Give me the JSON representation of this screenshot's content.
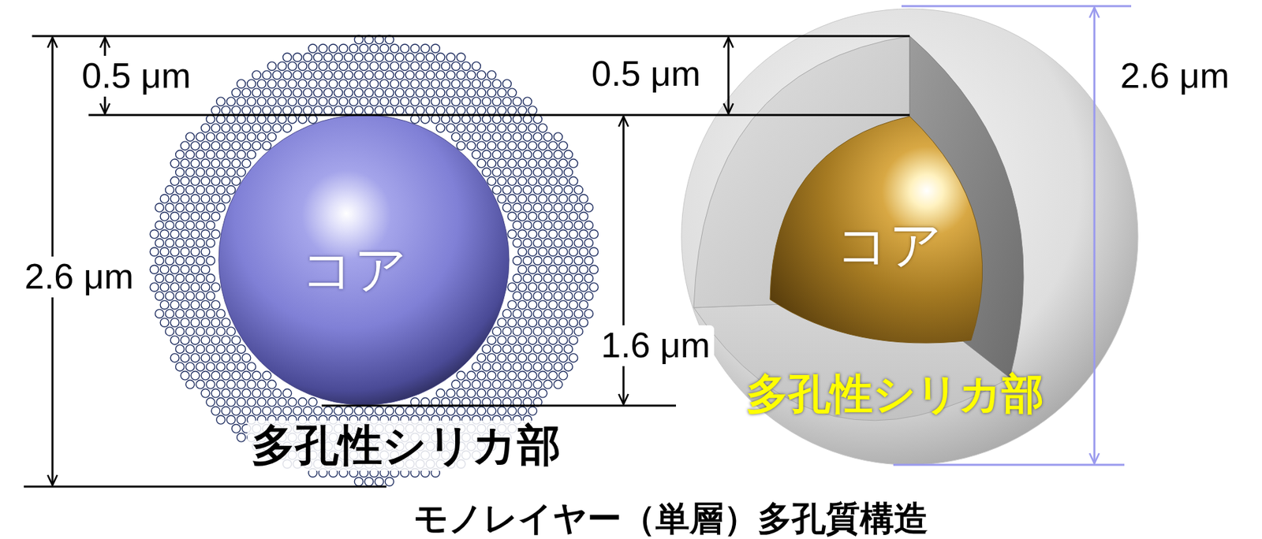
{
  "diagram": {
    "caption": "モノレイヤー（単層）多孔質構造",
    "nodes": [
      {
        "text": [
          "多孔性シリカ部"
        ]
      },
      {
        "text": [
          "コア"
        ],
        "in": 0
      },
      {
        "text": [
          "多孔性シリカ部"
        ]
      },
      {
        "text": [
          "コア"
        ],
        "in": 2
      }
    ],
    "labels": [
      "0.5 μm",
      "0.5 μm",
      "2.6 μm",
      "2.6 μm",
      "1.6 μm"
    ]
  }
}
